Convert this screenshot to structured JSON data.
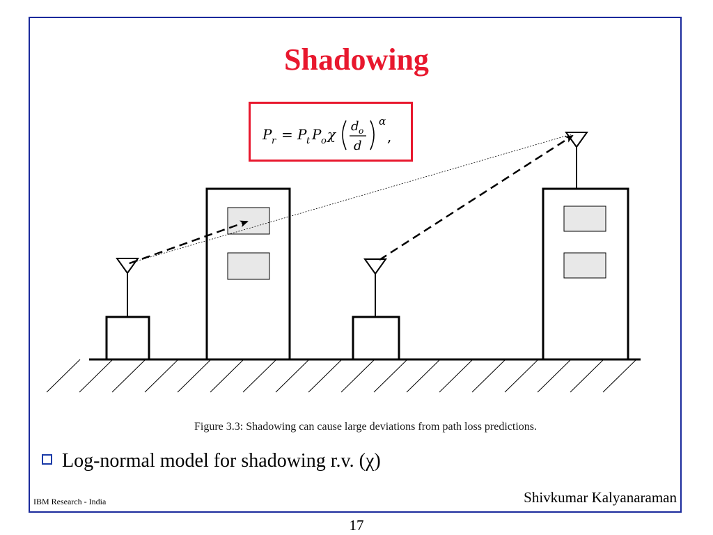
{
  "slide": {
    "title": "Shadowing",
    "caption": "Figure 3.3: Shadowing can cause large deviations from path loss predictions.",
    "bullet": "Log-normal model for shadowing r.v. (χ)",
    "footer_left": "IBM Research - India",
    "footer_right": "Shivkumar Kalyanaraman",
    "page_number": "17"
  },
  "formula": {
    "lhs": "P",
    "lhs_sub": "r",
    "eq": "=",
    "p1": "P",
    "p1_sub": "t",
    "p2": "P",
    "p2_sub": "o",
    "chi": "χ",
    "num": "d",
    "num_sub": "o",
    "den": "d",
    "exp": "α",
    "trail": ","
  },
  "colors": {
    "title": "#e8182e",
    "frame": "#1a2a9c",
    "formula_border": "#e8182e",
    "window_fill": "#e8e8e8",
    "bullet_box": "#1a3aa8"
  }
}
